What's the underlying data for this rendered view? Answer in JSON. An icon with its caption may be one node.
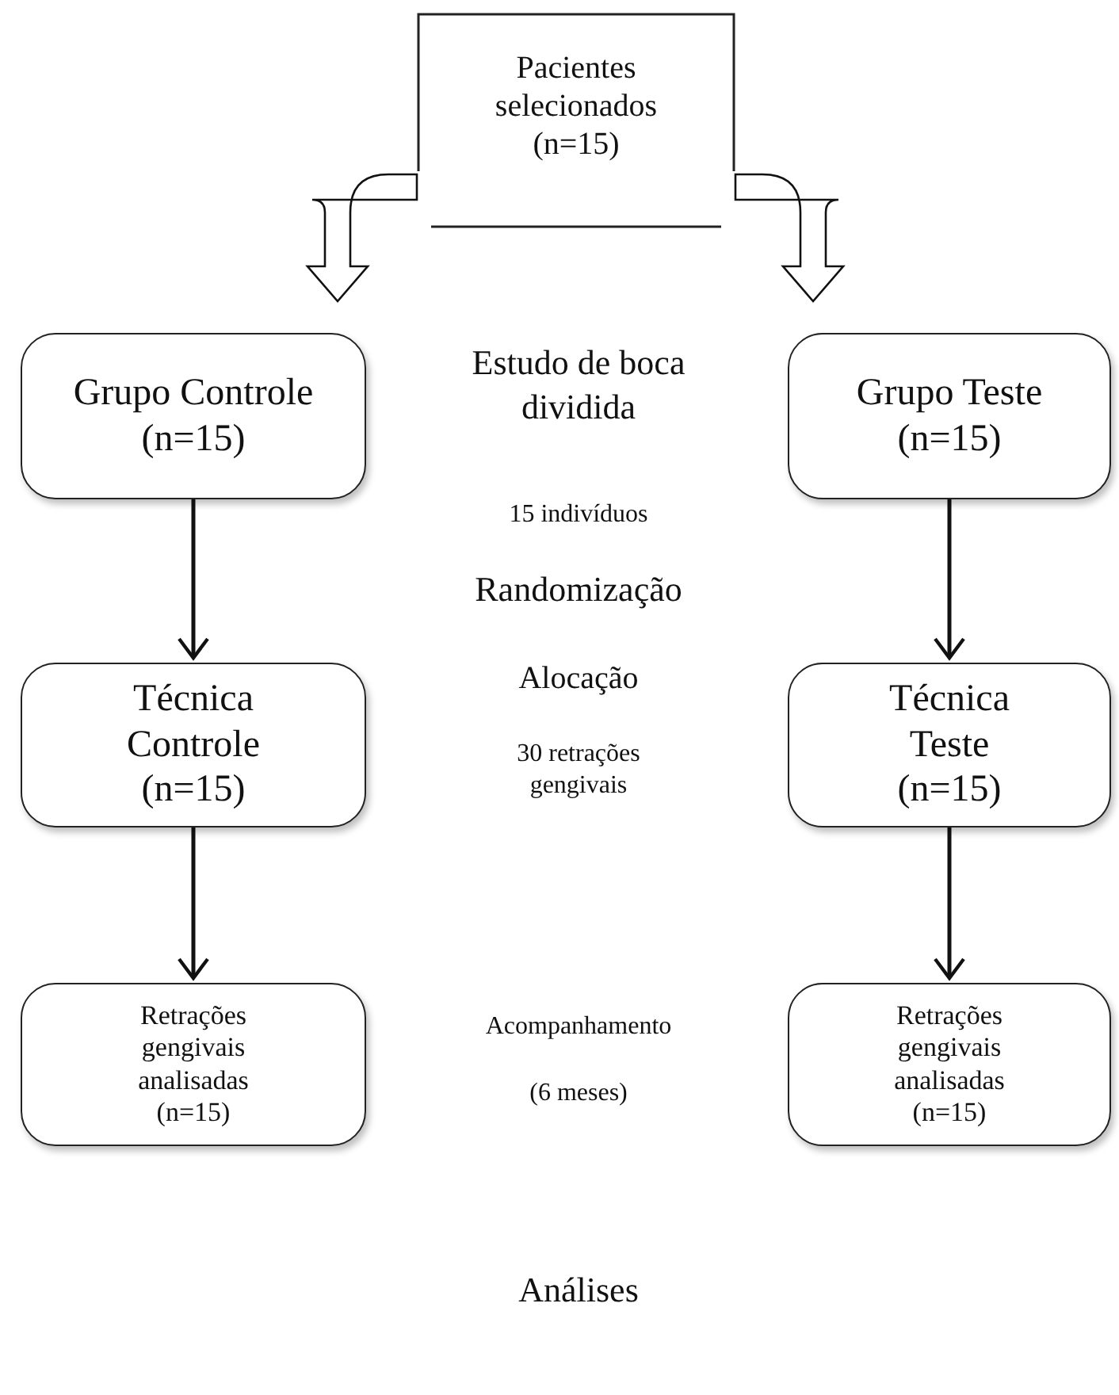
{
  "diagram": {
    "nodes": [
      {
        "text": [
          "Pacientes selecionados (n=15)"
        ]
      },
      {
        "text": [
          "Grupo Controle (n=15)"
        ]
      },
      {
        "text": [
          "Grupo Teste (n=15)"
        ]
      },
      {
        "text": [
          "Técnica Controle (n=15)"
        ]
      },
      {
        "text": [
          "Técnica Teste (n=15)"
        ]
      },
      {
        "text": [
          "Retrações gengivais analisadas (n=15)"
        ]
      },
      {
        "text": [
          "Retrações gengivais analisadas (n=15)"
        ]
      }
    ],
    "edges": [
      {
        "from": 0,
        "to": 1,
        "arrow": "to",
        "style": "thick"
      },
      {
        "from": 0,
        "to": 2,
        "arrow": "to",
        "style": "thick"
      },
      {
        "from": 1,
        "to": 3,
        "arrow": "to"
      },
      {
        "from": 3,
        "to": 5,
        "arrow": "to"
      },
      {
        "from": 2,
        "to": 4,
        "arrow": "to"
      },
      {
        "from": 4,
        "to": 6,
        "arrow": "to"
      }
    ],
    "labels": [
      "Estudo de boca dividida",
      "15 indivíduos",
      "Randomização",
      "Alocação",
      "30 retrações gengivais",
      "Acompanhamento",
      "(6 meses)",
      "Análises"
    ]
  }
}
